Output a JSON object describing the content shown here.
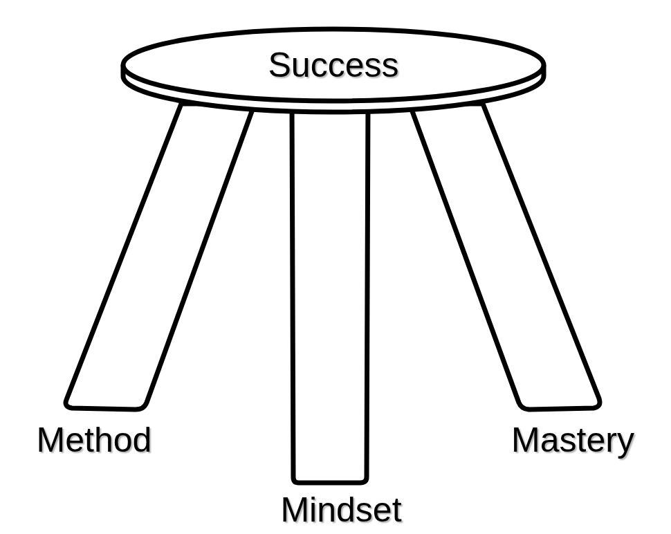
{
  "diagram": {
    "nodes": [
      {
        "text": [
          "Success"
        ]
      }
    ],
    "labels": [
      "Method",
      "Mindset",
      "Mastery"
    ]
  }
}
